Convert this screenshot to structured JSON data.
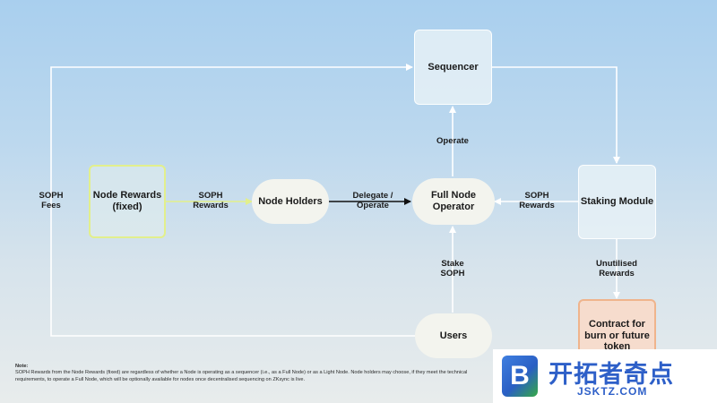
{
  "nodes": {
    "sequencer": "Sequencer",
    "node_rewards": "Node Rewards (fixed)",
    "node_holders": "Node Holders",
    "full_node_operator": "Full Node Operator",
    "staking_module": "Staking Module",
    "users": "Users",
    "contract": "Contract for burn or future token distributions"
  },
  "edge_labels": {
    "soph_fees": "SOPH Fees",
    "soph_rewards_left": "SOPH Rewards",
    "delegate_operate": "Delegate / Operate",
    "soph_rewards_right": "SOPH Rewards",
    "operate": "Operate",
    "stake_soph": "Stake SOPH",
    "unutilised_rewards": "Unutilised Rewards"
  },
  "note": {
    "title": "Note:",
    "text": "SOPH Rewards from the Node Rewards (fixed) are regardless of whether a Node is operating as a sequencer (i.e., as a Full Node) or as a Light Node. Node holders may choose, if they meet the technical requirements, to operate a Full Node, which will be optionally available for nodes once decentralised sequencing on ZKsync is live."
  },
  "watermark": {
    "badge": "B",
    "name": "开拓者奇点",
    "url": "JSKTZ.COM"
  },
  "colors": {
    "wire": "#ffffff",
    "dark_arrow": "#111111",
    "rewards_border": "#e2ef8c",
    "contract_border": "#efb48c",
    "contract_fill": "#f6dccd"
  }
}
